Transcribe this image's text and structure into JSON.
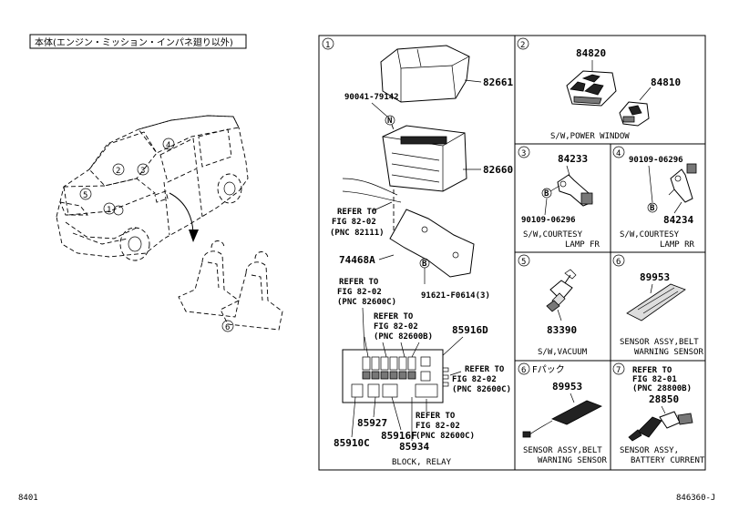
{
  "header": {
    "title": "本体(エンジン・ミッション・インパネ廻り以外)"
  },
  "footer": {
    "left_code": "8401",
    "right_code": "846360-J"
  },
  "sections": {
    "s1": {
      "num": "1",
      "parts": {
        "p82661": "82661",
        "p90041": "90041-79142",
        "n_mark": "N",
        "p82660": "82660",
        "p74468A": "74468A",
        "p91621": "91621-F0614(3)",
        "b_mark": "B",
        "p85916D": "85916D",
        "p85910C": "85910C",
        "p85927": "85927",
        "p85916F": "85916F",
        "p85934": "85934"
      },
      "refs": [
        {
          "l1": "REFER TO",
          "l2": "FIG 82-02",
          "l3": "(PNC 82111)"
        },
        {
          "l1": "REFER TO",
          "l2": "FIG 82-02",
          "l3": "(PNC 82600C)"
        },
        {
          "l1": "REFER TO",
          "l2": "FIG 82-02",
          "l3": "(PNC 82600B)"
        },
        {
          "l1": "REFER TO",
          "l2": "FIG 82-02",
          "l3": "(PNC 82600C)"
        },
        {
          "l1": "REFER TO",
          "l2": "FIG 82-02",
          "l3": "(PNC 82600C)"
        }
      ],
      "caption": "BLOCK, RELAY"
    },
    "s2": {
      "num": "2",
      "p1": "84820",
      "p2": "84810",
      "caption": "S/W,POWER WINDOW"
    },
    "s3": {
      "num": "3",
      "p1": "84233",
      "p2": "90109-06296",
      "b_mark": "B",
      "cap1": "S/W,COURTESY",
      "cap2": "LAMP FR"
    },
    "s4": {
      "num": "4",
      "p1": "90109-06296",
      "p2": "84234",
      "b_mark": "B",
      "cap1": "S/W,COURTESY",
      "cap2": "LAMP RR"
    },
    "s5": {
      "num": "5",
      "p1": "83390",
      "caption": "S/W,VACUUM"
    },
    "s6": {
      "num": "6",
      "p1": "89953",
      "cap1": "SENSOR ASSY,BELT",
      "cap2": "WARNING SENSOR"
    },
    "s6b": {
      "num": "6",
      "sub": "Fパック",
      "p1": "89953",
      "cap1": "SENSOR ASSY,BELT",
      "cap2": "WARNING SENSOR"
    },
    "s7": {
      "num": "7",
      "ref1": "REFER TO",
      "ref2": "FIG 82-01",
      "ref3": "(PNC 28800B)",
      "p1": "28850",
      "cap1": "SENSOR ASSY,",
      "cap2": "BATTERY CURRENT"
    }
  },
  "car_markers": [
    "1",
    "2",
    "3",
    "4",
    "5",
    "6"
  ]
}
